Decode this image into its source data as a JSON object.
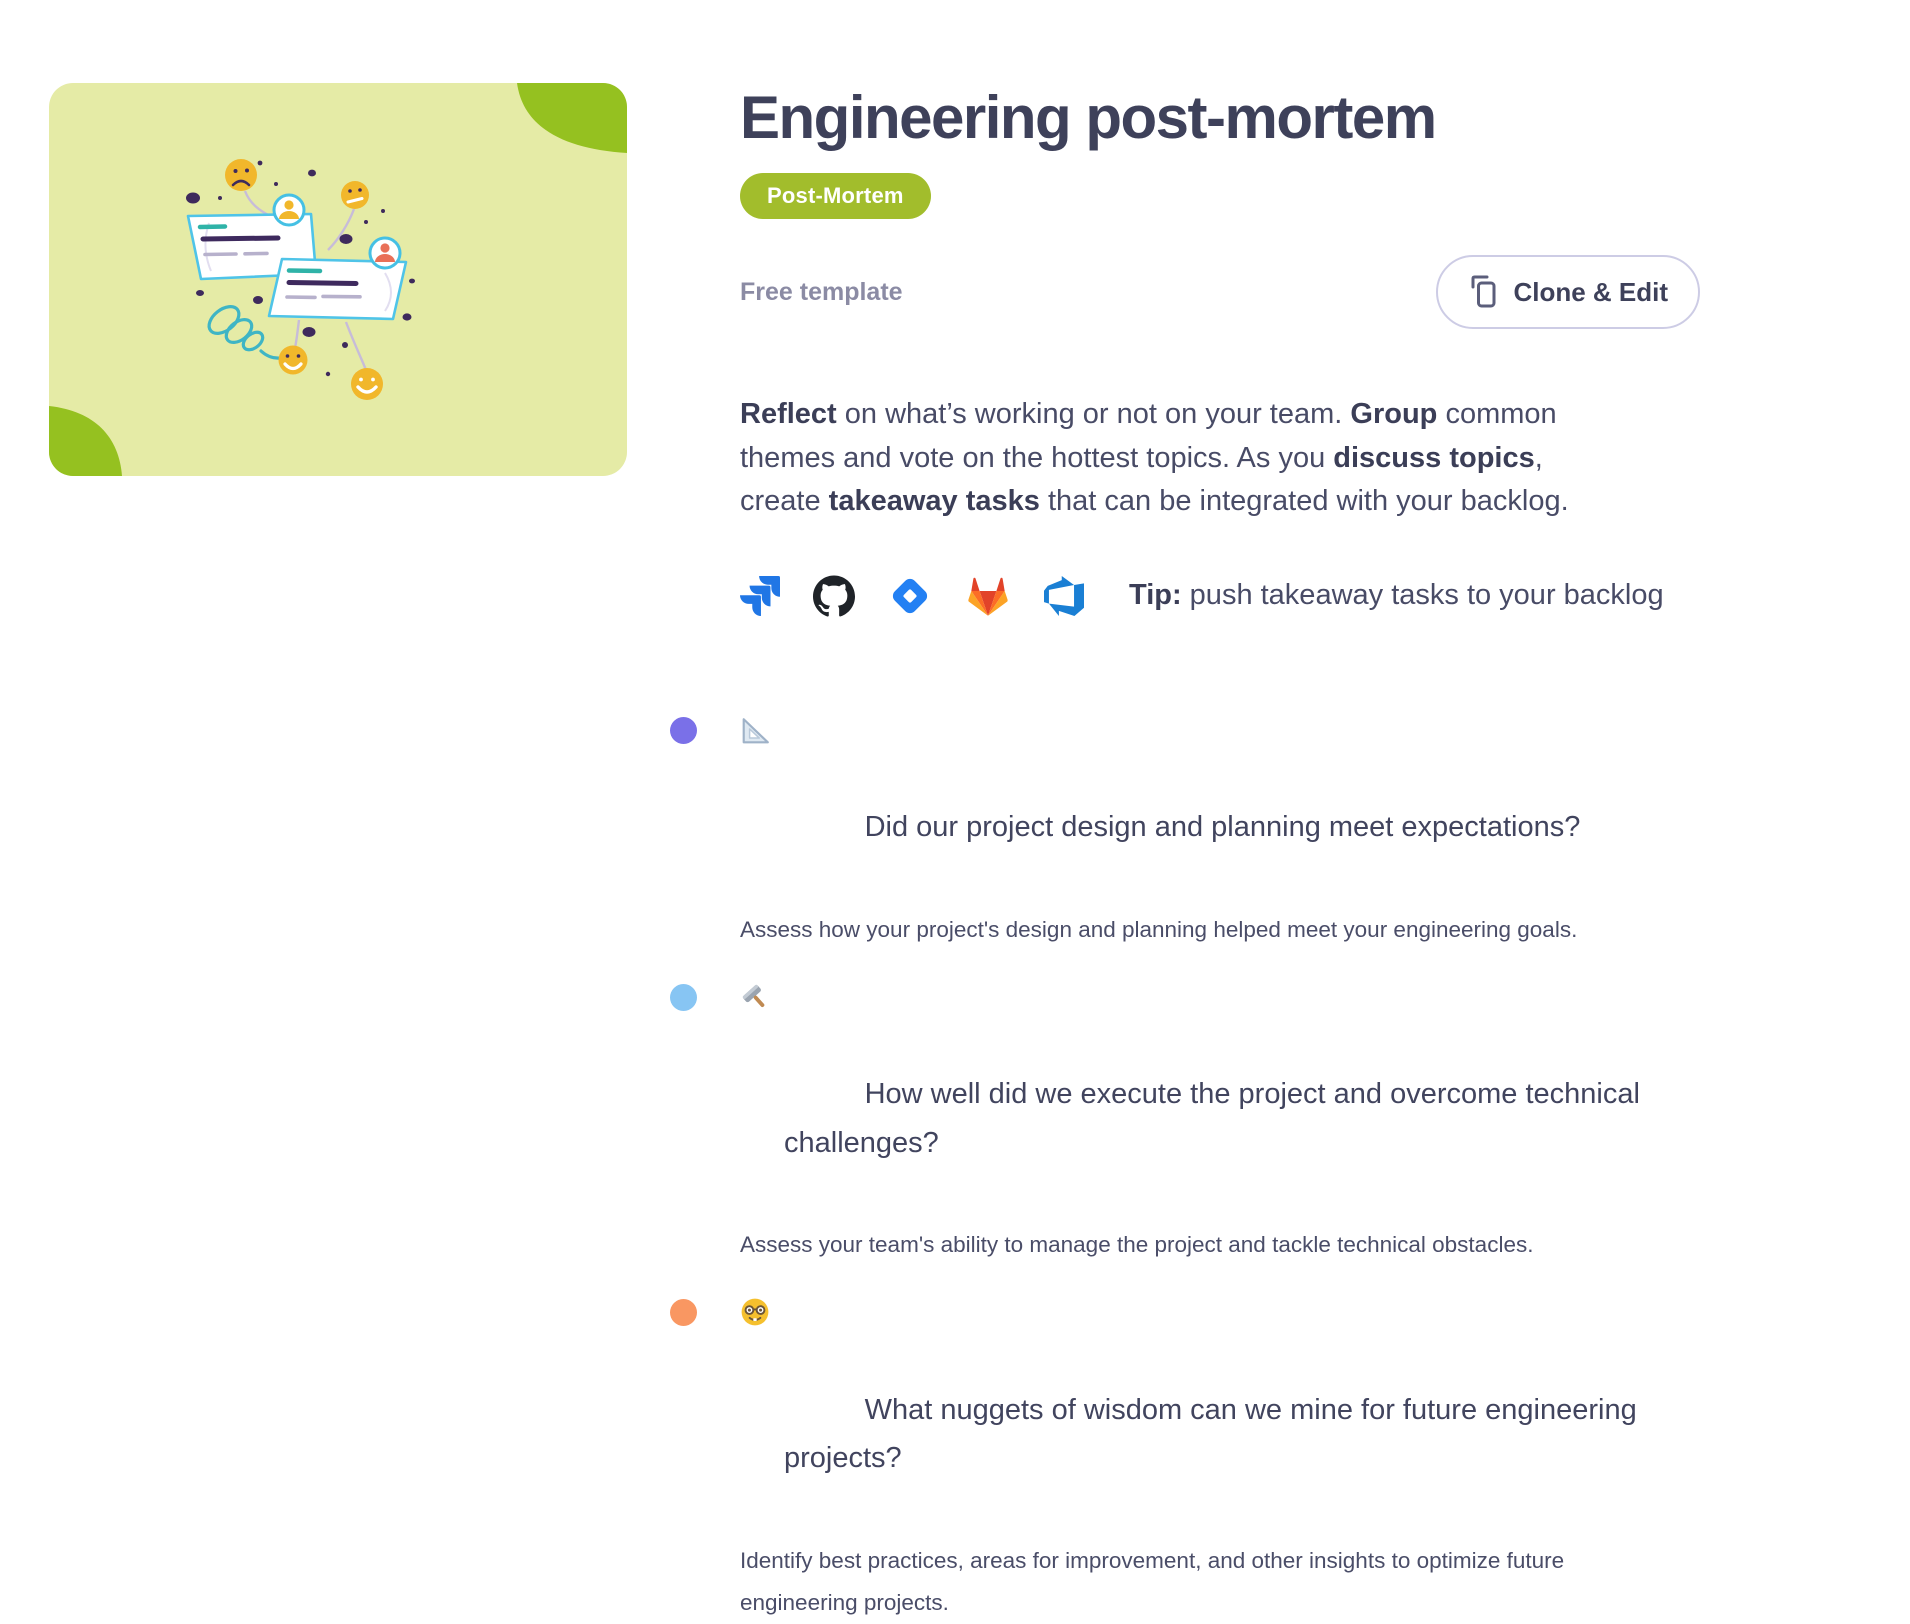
{
  "hero": {
    "title": "Engineering post-mortem",
    "category_badge": {
      "label": "Post-Mortem",
      "bg": "#a2bd2c",
      "text_color": "#ffffff"
    },
    "pricing_label": "Free template",
    "clone_button": {
      "label": "Clone & Edit",
      "icon": "copy"
    },
    "description_segments": [
      {
        "text": "Reflect",
        "bold": true
      },
      {
        "text": " on what’s working or not on your team. "
      },
      {
        "text": "Group",
        "bold": true
      },
      {
        "text": " common\nthemes and vote on the hottest topics. As you "
      },
      {
        "text": "discuss topics",
        "bold": true
      },
      {
        "text": ",\ncreate "
      },
      {
        "text": "takeaway tasks",
        "bold": true
      },
      {
        "text": " that can be integrated with your backlog."
      }
    ],
    "integrations": {
      "icons": [
        "jira",
        "github",
        "jira-align",
        "gitlab",
        "azure-devops"
      ],
      "tip_segments": [
        {
          "text": "Tip:",
          "bold": true
        },
        {
          "text": " push takeaway tasks to your backlog"
        }
      ]
    }
  },
  "illustration": {
    "name": "post-mortem-cards-illustration",
    "bg": "#e5eba6",
    "corner_color": "#95c120"
  },
  "prompts": [
    {
      "dot_color": "#7a70e8",
      "icon": "triangular-ruler",
      "title": "Did our project design and planning meet expectations?",
      "description": "Assess how your project's design and planning helped meet your engineering goals."
    },
    {
      "dot_color": "#87c5f3",
      "icon": "hammer",
      "title": "How well did we execute the project and overcome technical\nchallenges?",
      "description": "Assess your team's ability to manage the project and tackle technical obstacles."
    },
    {
      "dot_color": "#f99762",
      "icon": "nerd-face",
      "title": "What nuggets of wisdom can we mine for future engineering\nprojects?",
      "description": "Identify best practices, areas for improvement, and other insights to optimize future\nengineering projects."
    }
  ]
}
